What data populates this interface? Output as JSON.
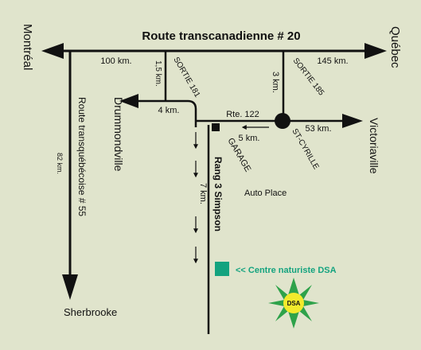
{
  "map": {
    "background": "#e0e4cc",
    "line_color": "#111111",
    "accent_color": "#14a37f",
    "highway": {
      "name": "Route transcanadienne # 20"
    },
    "south_highway": {
      "name": "Route transquébécoise # 55",
      "distance": "82 km."
    },
    "cities": {
      "west": "Montréal",
      "east": "Québec",
      "south": "Sherbrooke",
      "drummondville": "Drummondville",
      "victoriaville": "Victoriaville"
    },
    "exits": {
      "exit_181": "SORTIE 181",
      "exit_185": "SORTIE 185"
    },
    "distances": {
      "d_100": "100 km.",
      "d_145": "145 km.",
      "d_1_5": "1,5 km.",
      "d_3": "3 km.",
      "d_4": "4 km.",
      "d_5": "5 km.",
      "d_53": "53 km.",
      "d_7": "7 km."
    },
    "roads": {
      "rte_122": "Rte. 122",
      "rang3": "Rang 3 Simpson"
    },
    "places": {
      "st_cyrille": "ST-CYRILLE",
      "garage": "GARAGE",
      "auto_place": "Auto Place",
      "destination": "<< Centre naturiste DSA"
    },
    "logo": {
      "text": "DSA",
      "star_color": "#2ea24a",
      "center_color": "#f2ea2c"
    }
  }
}
